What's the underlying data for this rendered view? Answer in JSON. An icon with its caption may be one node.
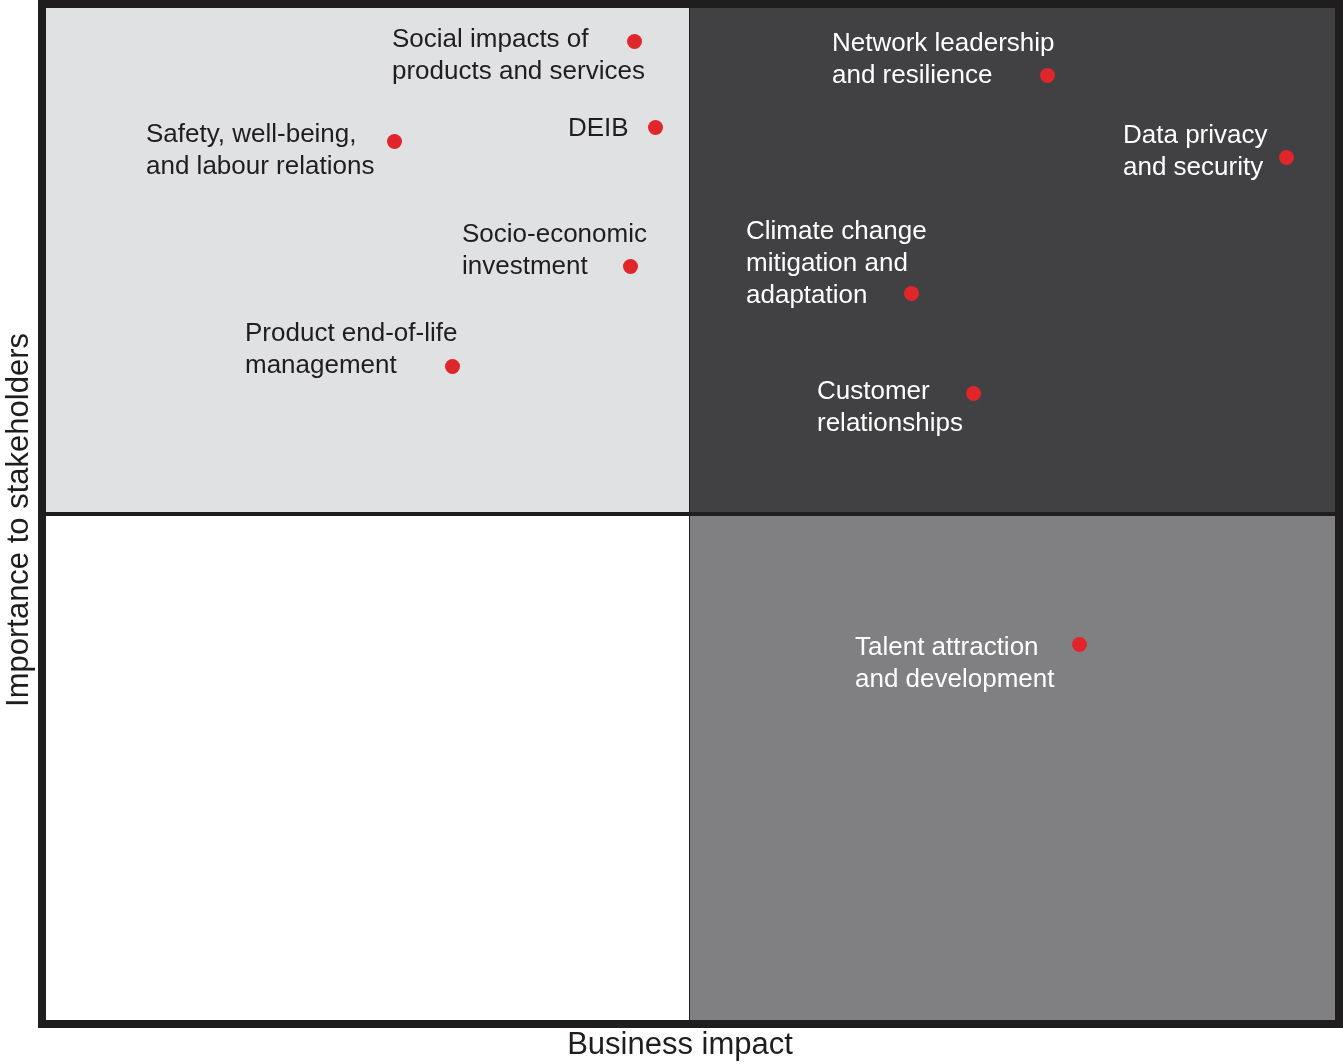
{
  "diagram": {
    "nodes": [
      {
        "text": [],
        "shape": "box"
      },
      {
        "text": [],
        "shape": "box"
      },
      {
        "text": [],
        "shape": "box"
      },
      {
        "text": [],
        "shape": "box"
      },
      {
        "text": [
          "Social impacts of products and services"
        ],
        "in": 0
      },
      {
        "text": [
          "Safety, well-being, and labour relations"
        ],
        "in": 0
      },
      {
        "text": [
          "DEIB"
        ],
        "in": 0
      },
      {
        "text": [
          "Socio-economic investment"
        ],
        "in": 0
      },
      {
        "text": [
          "Product end-of-life management"
        ],
        "in": 0
      },
      {
        "text": [
          "Network leadership and resilience"
        ],
        "in": 1
      },
      {
        "text": [
          "Data privacy and security"
        ],
        "in": 1
      },
      {
        "text": [
          "Climate change mitigation and adaptation"
        ],
        "in": 1
      },
      {
        "text": [
          "Customer relationships"
        ],
        "in": 1
      },
      {
        "text": [
          "Talent attraction and development"
        ],
        "in": 3
      }
    ],
    "edges": [],
    "labels": [
      "Importance to stakeholders",
      "Business impact"
    ]
  }
}
